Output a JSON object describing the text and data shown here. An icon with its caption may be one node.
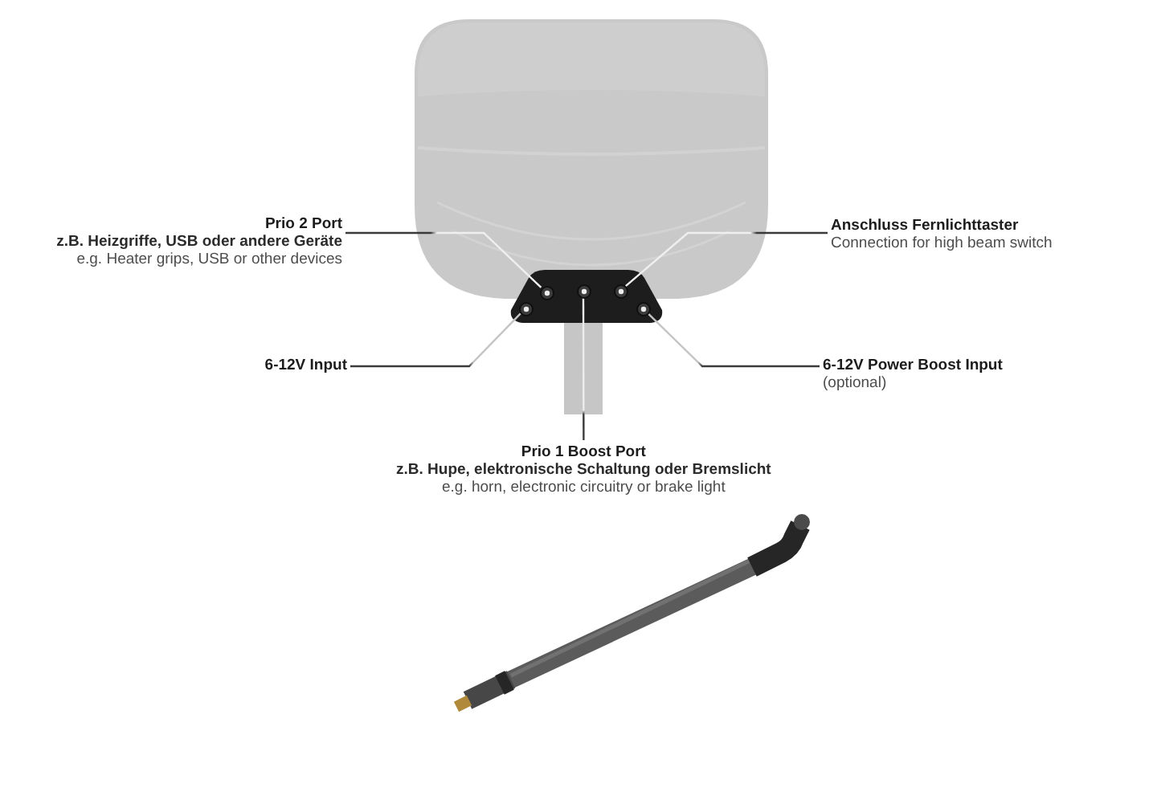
{
  "diagram": {
    "nodes": [
      {
        "text": [
          "Prio 2 Port",
          "z.B. Heizgriffe, USB oder andere Geräte",
          "e.g. Heater grips, USB or other devices"
        ]
      },
      {
        "text": [
          "Anschluss Fernlichttaster",
          "Connection for high beam switch"
        ]
      },
      {
        "text": [
          "6-12V Input"
        ]
      },
      {
        "text": [
          "6-12V Power Boost Input",
          "(optional)"
        ]
      },
      {
        "text": [
          "Prio 1 Boost Port",
          "z.B. Hupe, elektronische Schaltung oder Bremslicht",
          "e.g. horn, electronic circuitry or brake light"
        ]
      },
      {
        "text": [],
        "shape": "circle"
      },
      {
        "text": [],
        "shape": "circle"
      },
      {
        "text": [],
        "shape": "circle"
      },
      {
        "text": [],
        "shape": "circle"
      },
      {
        "text": [],
        "shape": "circle"
      }
    ],
    "edges": [
      {
        "from": 0,
        "to": 5,
        "arrow": "none"
      },
      {
        "from": 1,
        "to": 7,
        "arrow": "none"
      },
      {
        "from": 2,
        "to": 8,
        "arrow": "none"
      },
      {
        "from": 3,
        "to": 9,
        "arrow": "none"
      },
      {
        "from": 4,
        "to": 6,
        "arrow": "none"
      }
    ]
  }
}
